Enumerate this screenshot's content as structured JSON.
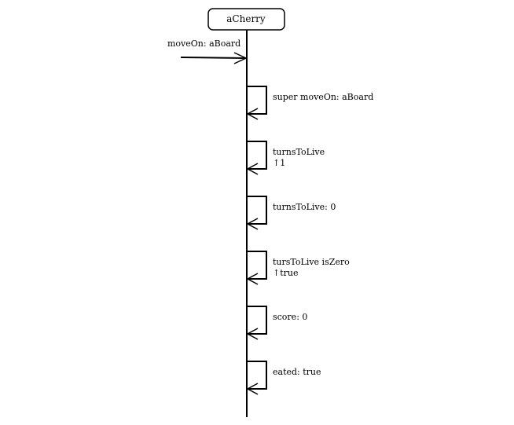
{
  "object": {
    "name": "aCherry"
  },
  "incoming_message": {
    "label": "moveOn: aBoard"
  },
  "self_calls": [
    {
      "label": "super moveOn: aBoard",
      "return": ""
    },
    {
      "label": "turnsToLive",
      "return": "↑1"
    },
    {
      "label": "turnsToLive: 0",
      "return": ""
    },
    {
      "label": "tursToLive isZero",
      "return": "↑true"
    },
    {
      "label": "score: 0",
      "return": ""
    },
    {
      "label": "eated: true",
      "return": ""
    }
  ]
}
